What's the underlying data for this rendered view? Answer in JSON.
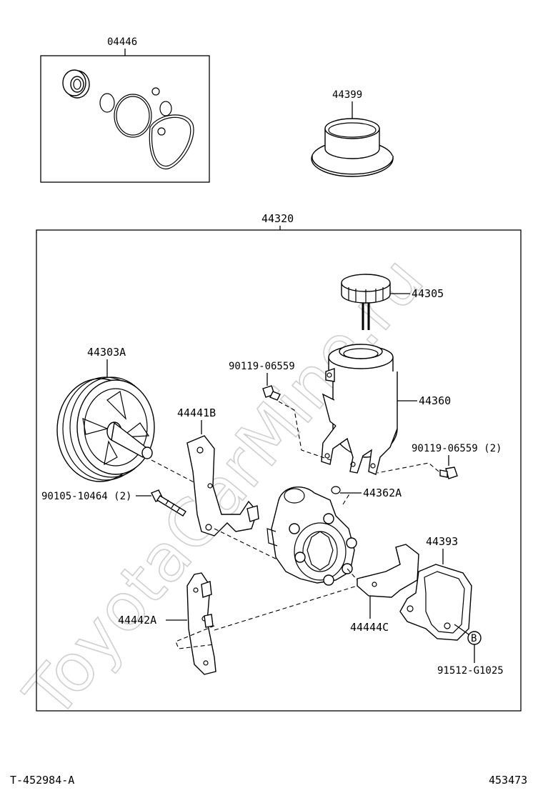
{
  "watermark": "ToyotaCarMine.ru",
  "parts": {
    "kit": "04446",
    "cover": "44399",
    "assembly": "44320",
    "cap": "44305",
    "pulley": "44303A",
    "bolt_top": "90119-06559",
    "reservoir": "44360",
    "bracket_b": "44441B",
    "bolt_right": "90119-06559 (2)",
    "bolt_left": "90105-10464 (2)",
    "oring": "44362A",
    "gasket": "44393",
    "bracket_a": "44442A",
    "bracket_c": "44444C",
    "ref_b": "B",
    "screw": "91512-G1025"
  },
  "footer": {
    "left_code": "T-452984-A",
    "right_code": "453473"
  }
}
